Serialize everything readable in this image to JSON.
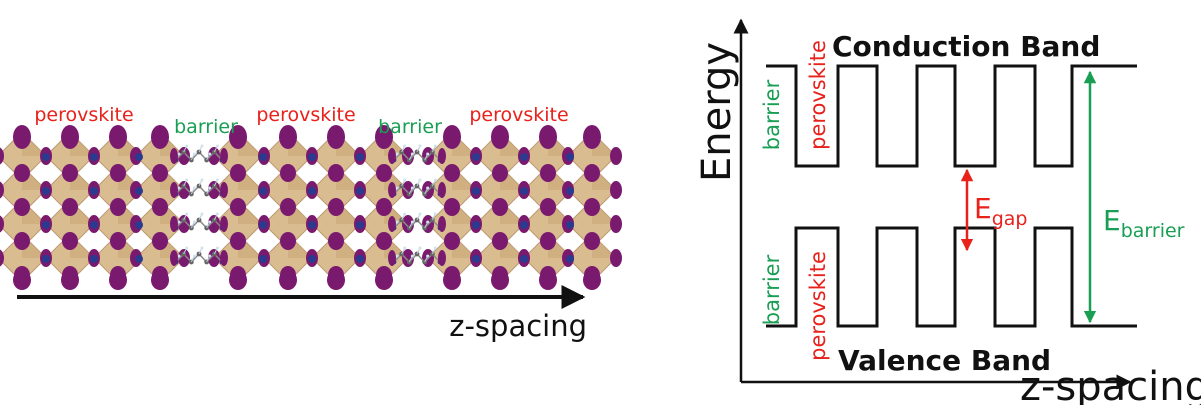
{
  "left_panel": {
    "region_labels": [
      {
        "text": "perovskite",
        "kind": "perovskite"
      },
      {
        "text": "barrier",
        "kind": "barrier"
      },
      {
        "text": "perovskite",
        "kind": "perovskite"
      },
      {
        "text": "barrier",
        "kind": "barrier"
      },
      {
        "text": "perovskite",
        "kind": "perovskite"
      }
    ],
    "axis_label": "z-spacing"
  },
  "right_panel": {
    "y_axis_label": "Energy",
    "x_axis_label": "z-spacing",
    "conduction_band_label": "Conduction Band",
    "valence_band_label": "Valence Band",
    "cb_barrier_label": "barrier",
    "cb_perovskite_label": "perovskite",
    "vb_barrier_label": "barrier",
    "vb_perovskite_label": "perovskite",
    "egap": {
      "symbol": "E",
      "subscript": "gap"
    },
    "ebarrier": {
      "symbol": "E",
      "subscript": "barrier"
    }
  },
  "colors": {
    "perovskite": "#e8211b",
    "barrier": "#1a9e54",
    "egap_arrow": "#e8211b",
    "ebarrier_arrow": "#1a9e54",
    "octahedron": "#d9b98c",
    "halide": "#7a1a6e",
    "text": "#111111"
  }
}
